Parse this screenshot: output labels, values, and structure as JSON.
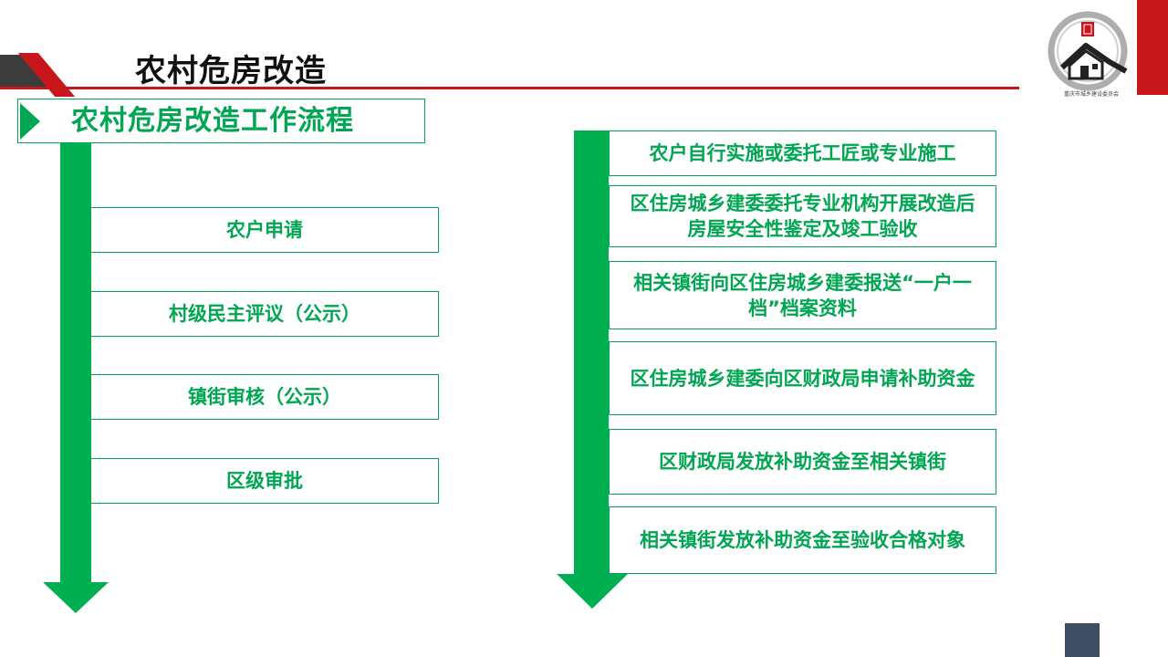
{
  "page": {
    "title": "农村危房改造"
  },
  "section": {
    "title": "农村危房改造工作流程"
  },
  "logo": {
    "caption": "重庆市城乡建设委员会",
    "icon": "house-circle-logo-icon"
  },
  "colors": {
    "green": "#00a651",
    "arrow_green": "#00b050",
    "red": "#c8161d",
    "dark": "#3c3c3c",
    "slate": "#3e4d63"
  },
  "left_steps": [
    {
      "label": "农户申请"
    },
    {
      "label": "村级民主评议（公示）"
    },
    {
      "label": "镇街审核（公示）"
    },
    {
      "label": "区级审批"
    }
  ],
  "right_steps": [
    {
      "label": "农户自行实施或委托工匠或专业施工"
    },
    {
      "label": "区住房城乡建委委托专业机构开展改造后房屋安全性鉴定及竣工验收"
    },
    {
      "label": "相关镇街向区住房城乡建委报送“一户一档”档案资料"
    },
    {
      "label": "区住房城乡建委向区财政局申请补助资金"
    },
    {
      "label": "区财政局发放补助资金至相关镇街"
    },
    {
      "label": "相关镇街发放补助资金至验收合格对象"
    }
  ]
}
